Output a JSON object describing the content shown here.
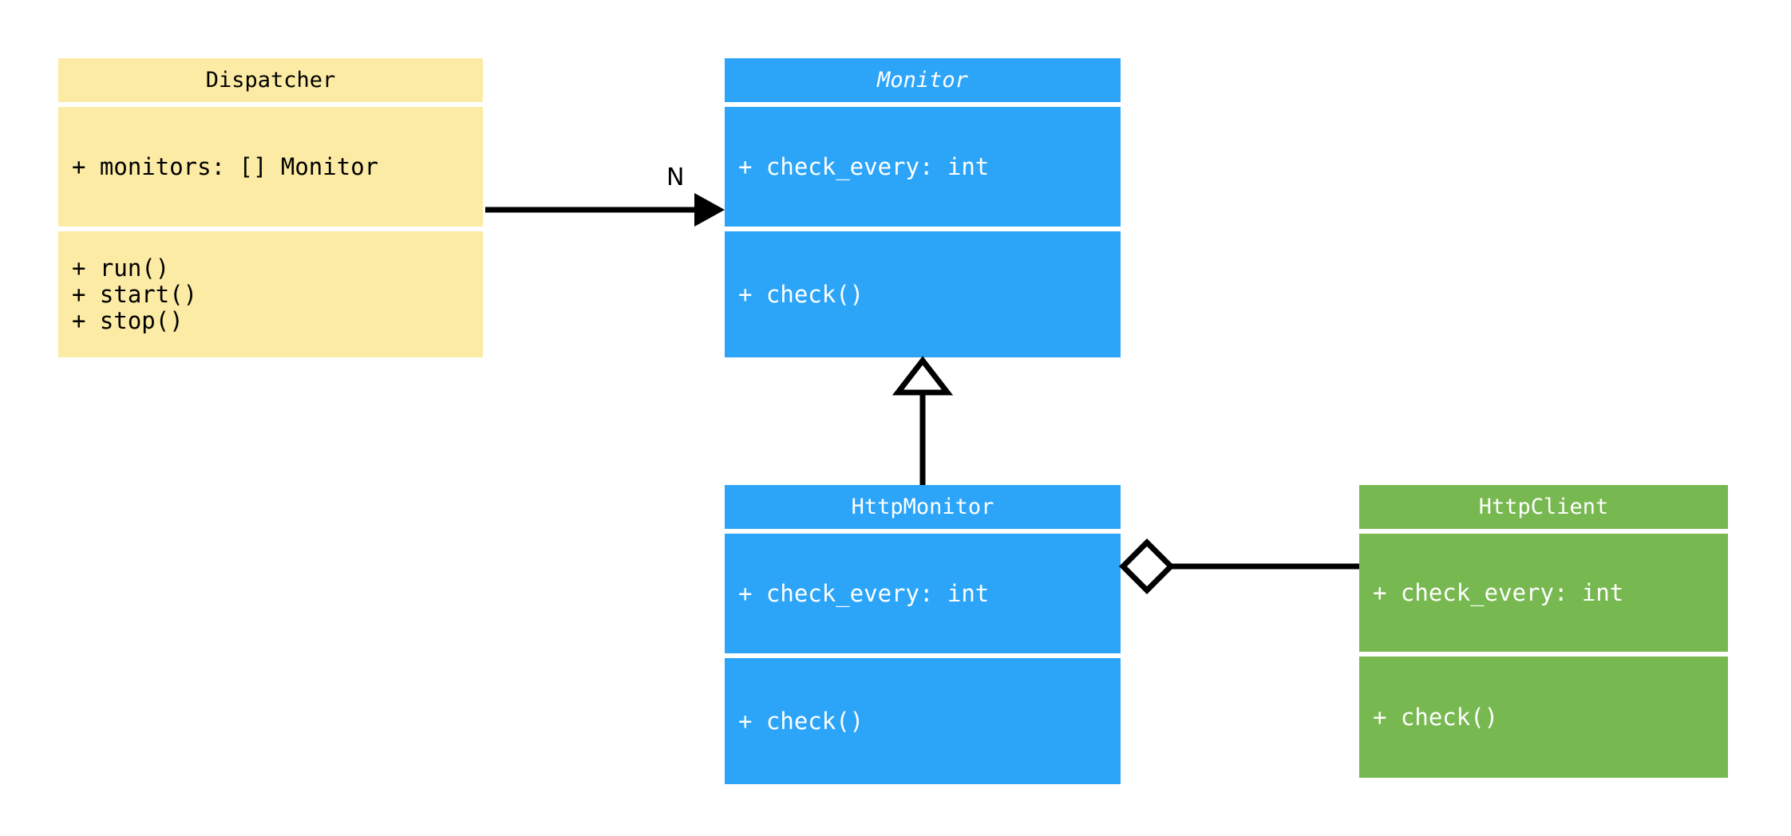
{
  "diagram": {
    "kind": "uml-class-diagram",
    "background": "#ffffff",
    "colors": {
      "dispatcher_fill": "#FCEBA4",
      "monitor_fill": "#2CA5F9",
      "httpmonitor_fill": "#2CA5F9",
      "httpclient_fill": "#77B851",
      "line": "#000000",
      "dark_text": "#000000",
      "light_text": "#FFFFFF"
    }
  },
  "classes": {
    "dispatcher": {
      "name": "Dispatcher",
      "abstract": false,
      "attributes": [
        "+ monitors: [] Monitor"
      ],
      "methods": [
        "+ run()",
        "+ start()",
        "+ stop()"
      ]
    },
    "monitor": {
      "name": "Monitor",
      "abstract": true,
      "attributes": [
        "+ check_every: int"
      ],
      "methods": [
        "+ check()"
      ]
    },
    "http_monitor": {
      "name": "HttpMonitor",
      "abstract": false,
      "attributes": [
        "+ check_every: int"
      ],
      "methods": [
        "+ check()"
      ]
    },
    "http_client": {
      "name": "HttpClient",
      "abstract": false,
      "attributes": [
        "+ check_every: int"
      ],
      "methods": [
        "+ check()"
      ]
    }
  },
  "relations": {
    "dispatcher_to_monitor": {
      "type": "association",
      "from": "Dispatcher",
      "to": "Monitor",
      "label": "N",
      "arrowhead": "filled-arrow"
    },
    "httpmonitor_to_monitor": {
      "type": "generalization",
      "from": "HttpMonitor",
      "to": "Monitor",
      "label": "",
      "arrowhead": "hollow-triangle"
    },
    "httpmonitor_to_httpclient": {
      "type": "aggregation",
      "from": "HttpMonitor",
      "to": "HttpClient",
      "label": "",
      "arrowhead": "hollow-diamond"
    }
  }
}
